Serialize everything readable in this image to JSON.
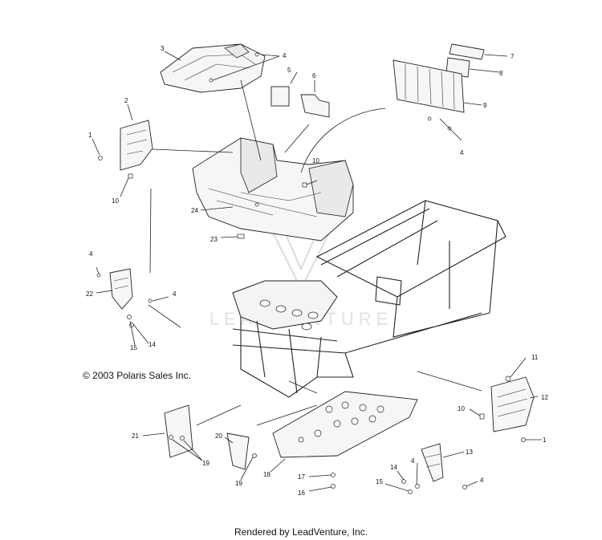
{
  "copyright": "© 2003 Polaris Sales Inc.",
  "footer": "Rendered by LeadVenture, Inc.",
  "watermark": "LEADVENTURE",
  "callouts": [
    {
      "id": "c3",
      "text": "3"
    },
    {
      "id": "c4a",
      "text": "4"
    },
    {
      "id": "c5",
      "text": "5"
    },
    {
      "id": "c6",
      "text": "6"
    },
    {
      "id": "c7",
      "text": "7"
    },
    {
      "id": "c8",
      "text": "8"
    },
    {
      "id": "c9",
      "text": "9"
    },
    {
      "id": "c2",
      "text": "2"
    },
    {
      "id": "c1a",
      "text": "1"
    },
    {
      "id": "c4b",
      "text": "4"
    },
    {
      "id": "c10a",
      "text": "10"
    },
    {
      "id": "c10b",
      "text": "10"
    },
    {
      "id": "c24",
      "text": "24"
    },
    {
      "id": "c23",
      "text": "23"
    },
    {
      "id": "c4c",
      "text": "4"
    },
    {
      "id": "c22",
      "text": "22"
    },
    {
      "id": "c4d",
      "text": "4"
    },
    {
      "id": "c15a",
      "text": "15"
    },
    {
      "id": "c14a",
      "text": "14"
    },
    {
      "id": "c11",
      "text": "11"
    },
    {
      "id": "c12",
      "text": "12"
    },
    {
      "id": "c10c",
      "text": "10"
    },
    {
      "id": "c1b",
      "text": "1"
    },
    {
      "id": "c21",
      "text": "21"
    },
    {
      "id": "c20",
      "text": "20"
    },
    {
      "id": "c19a",
      "text": "19"
    },
    {
      "id": "c19b",
      "text": "19"
    },
    {
      "id": "c18",
      "text": "18"
    },
    {
      "id": "c17",
      "text": "17"
    },
    {
      "id": "c16",
      "text": "16"
    },
    {
      "id": "c13",
      "text": "13"
    },
    {
      "id": "c14b",
      "text": "14"
    },
    {
      "id": "c4e",
      "text": "4"
    },
    {
      "id": "c15b",
      "text": "15"
    },
    {
      "id": "c4f",
      "text": "4"
    }
  ]
}
